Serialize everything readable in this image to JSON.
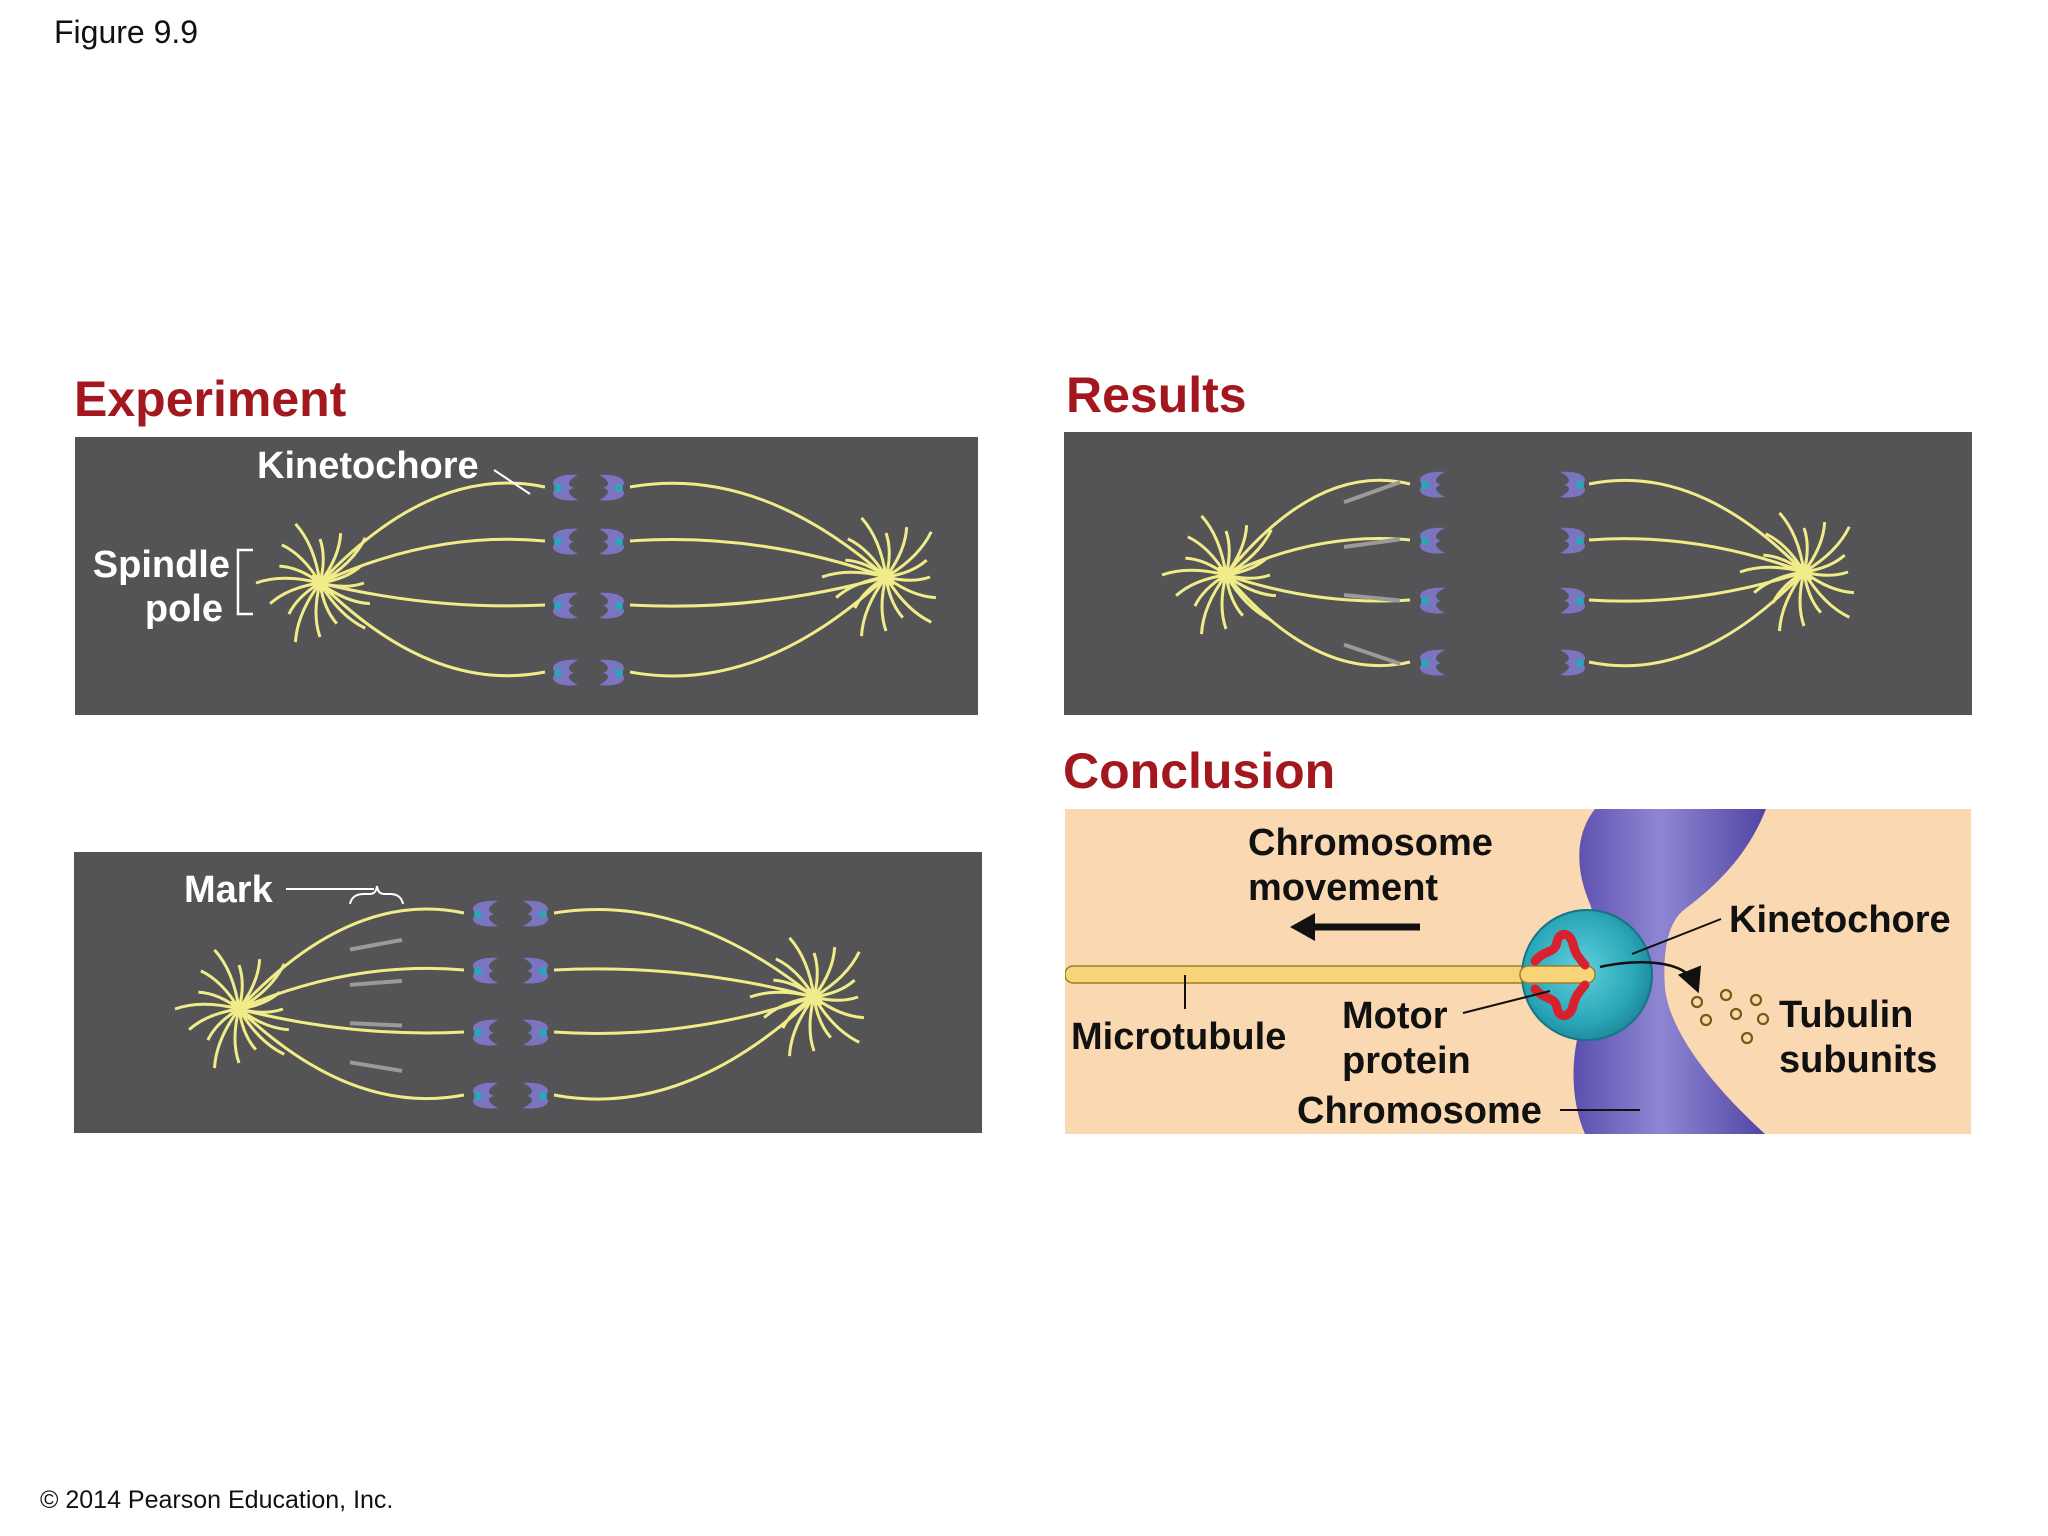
{
  "figure_label": "Figure 9.9",
  "copyright": "© 2014 Pearson Education, Inc.",
  "sections": {
    "experiment": "Experiment",
    "results": "Results",
    "conclusion": "Conclusion"
  },
  "labels": {
    "kinetochore": "Kinetochore",
    "spindle_line1": "Spindle",
    "spindle_line2": "pole",
    "mark": "Mark",
    "chromosome_movement_line1": "Chromosome",
    "chromosome_movement_line2": "movement",
    "microtubule": "Microtubule",
    "motor_line1": "Motor",
    "motor_line2": "protein",
    "chromosome": "Chromosome",
    "kinetochore_conclusion": "Kinetochore",
    "tubulin_line1": "Tubulin",
    "tubulin_line2": "subunits"
  },
  "colors": {
    "title_red": "#a3171f",
    "panel_dark": "#545355",
    "spindle_yellow": "#f1ec8a",
    "chromosome_purple": "#7b74c0",
    "kinetochore_teal": "#2aa6b8",
    "conclusion_bg": "#fad9b2",
    "microtubule_yellow": "#f6d477",
    "motor_red": "#d7212e"
  }
}
